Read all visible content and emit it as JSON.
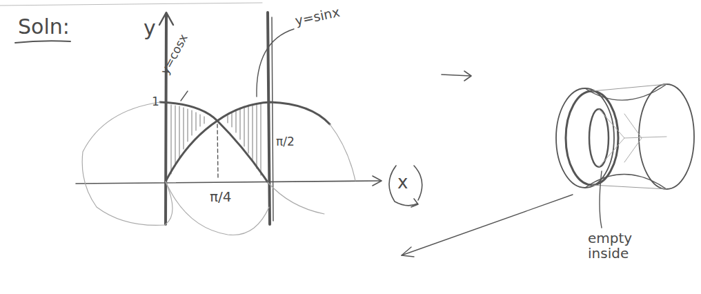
{
  "diagram": {
    "labels": [
      "Soln:",
      "y",
      "y=cosx",
      "y=sinx",
      "1",
      "π/4",
      "π/2",
      "x",
      "empty inside"
    ]
  }
}
